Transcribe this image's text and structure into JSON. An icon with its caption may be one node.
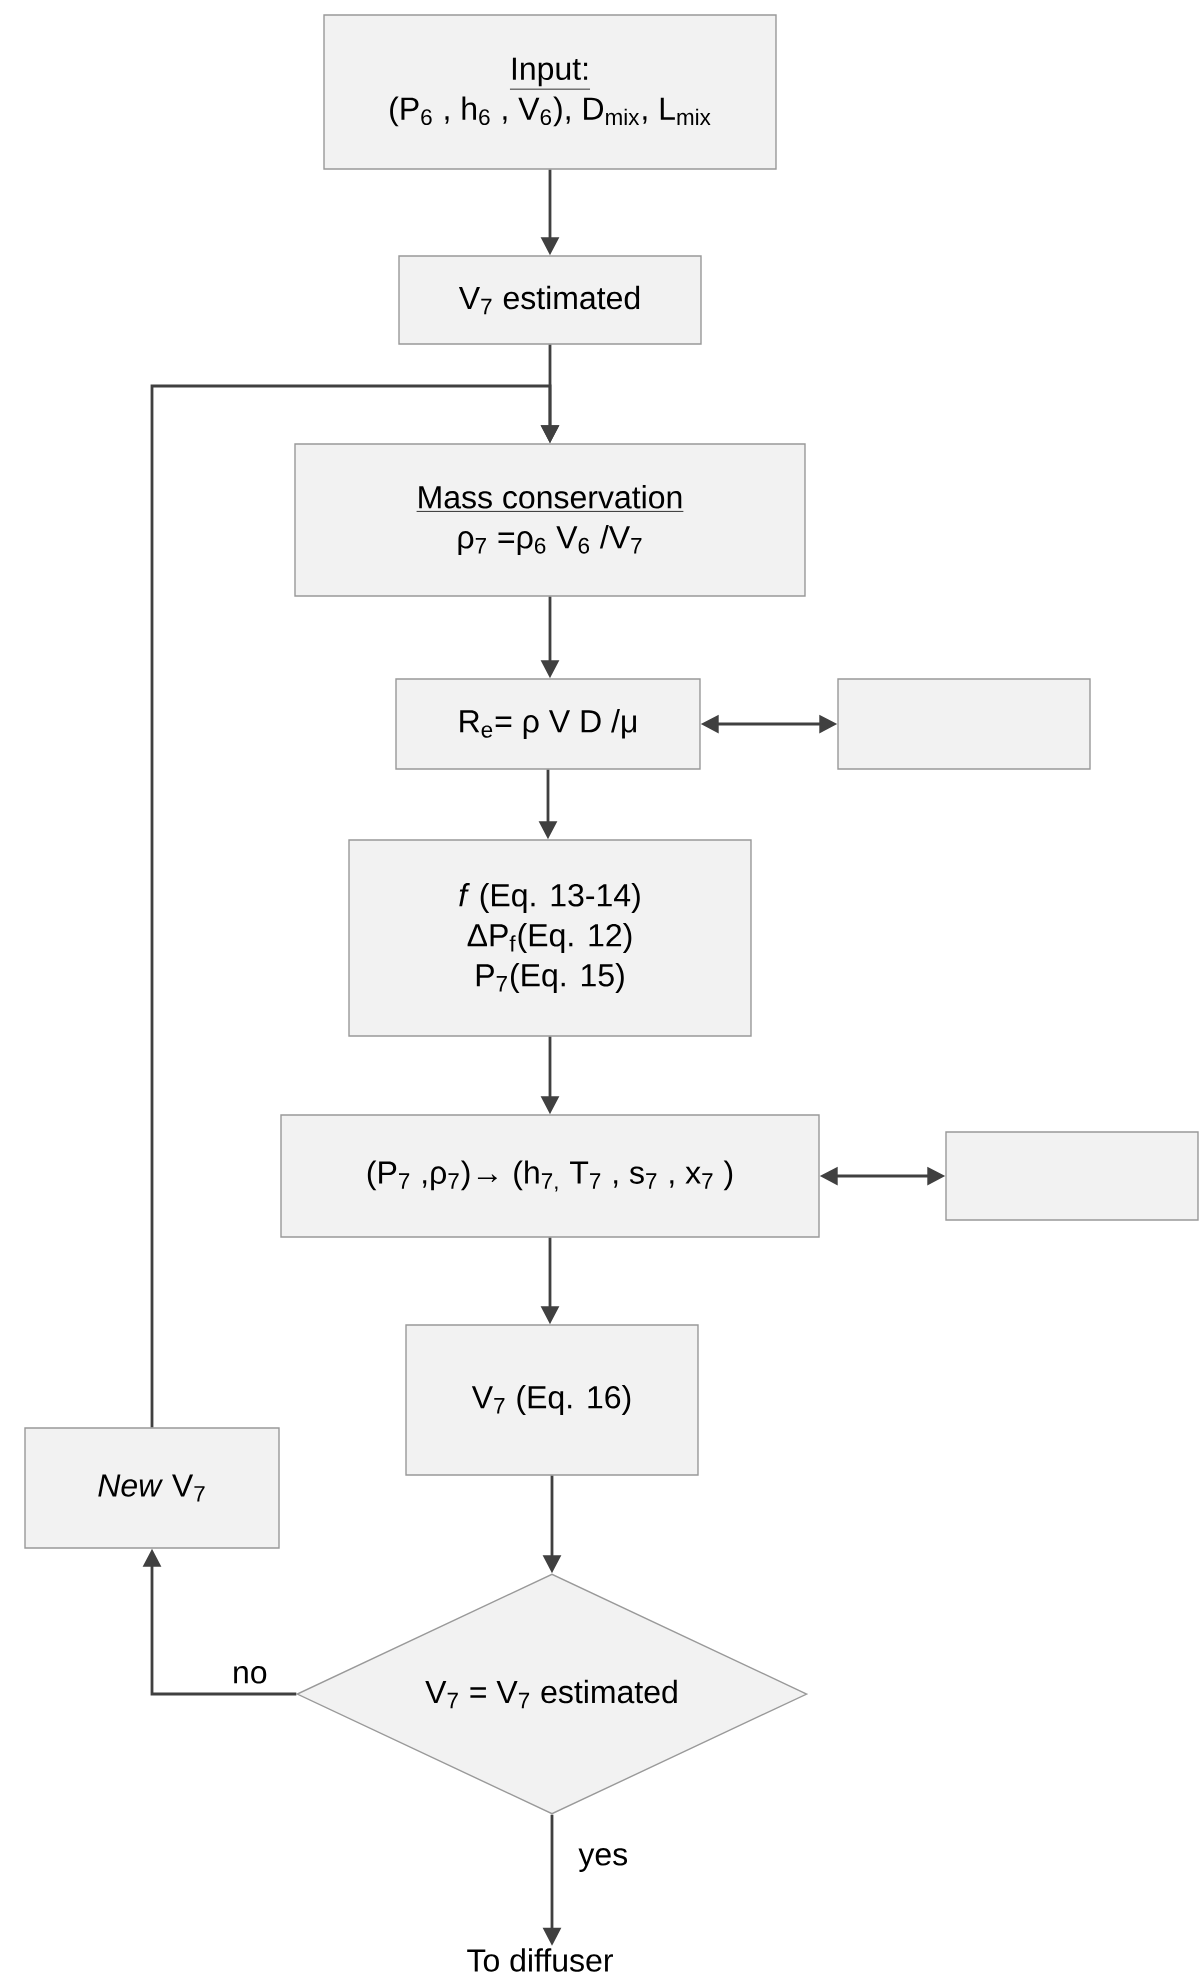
{
  "diagram": {
    "nodes": [
      {
        "text": [
          "Input:",
          "(P$_{6}$ , h$_{6}$ , V$_{6}$), D$_{mix}$, L$_{mix}$"
        ]
      },
      {
        "text": [
          "V$_{7}$ estimated"
        ]
      },
      {
        "text": [
          "Mass conservation",
          "ρ$_{7}$ =ρ$_{6}$ V$_{6}$ /V$_{7}$"
        ]
      },
      {
        "text": [
          "R$_{e}$= ρ V D /μ"
        ]
      },
      {
        "text": [],
        "shape": "box"
      },
      {
        "text": [
          "*f* (Eq. 13-14)",
          "ΔP$_{f}$(Eq. 12)",
          "P$_{7}$(Eq. 15)"
        ]
      },
      {
        "text": [
          "(P$_{7}$ ,ρ$_{7}$)→ (h$_{7,}$ T$_{7}$ , s$_{7}$ , x$_{7}$ )"
        ]
      },
      {
        "text": [],
        "shape": "box"
      },
      {
        "text": [
          "V$_{7}$ (Eq. 16)"
        ]
      },
      {
        "text": [
          "V$_{7}$ = V$_{7}$ estimated"
        ]
      },
      {
        "text": [
          "*New* V$_{7}$"
        ]
      },
      {
        "text": [
          "To diffuser"
        ]
      }
    ],
    "edges": [
      {
        "from": 0,
        "to": 1,
        "arrow": "to"
      },
      {
        "from": 1,
        "to": 2,
        "arrow": "to"
      },
      {
        "from": 2,
        "to": 3,
        "arrow": "to"
      },
      {
        "from": 3,
        "to": 4,
        "arrow": "both"
      },
      {
        "from": 3,
        "to": 5,
        "arrow": "to"
      },
      {
        "from": 5,
        "to": 6,
        "arrow": "to"
      },
      {
        "from": 6,
        "to": 7,
        "arrow": "both"
      },
      {
        "from": 6,
        "to": 8,
        "arrow": "to"
      },
      {
        "from": 8,
        "to": 9,
        "arrow": "to"
      },
      {
        "from": 9,
        "to": 10,
        "arrow": "to",
        "label": "no"
      },
      {
        "from": 10,
        "to": 2,
        "arrow": "to"
      },
      {
        "from": 9,
        "to": 11,
        "arrow": "to",
        "label": "yes"
      }
    ]
  }
}
